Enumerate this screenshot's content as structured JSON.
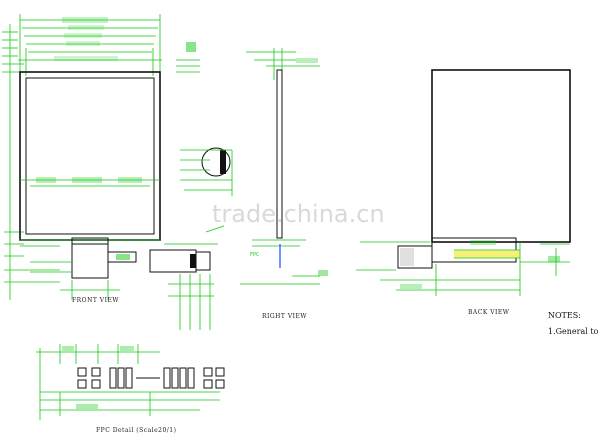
{
  "views": {
    "front": "FRONT VIEW",
    "right": "RIGHT VIEW",
    "back": "BACK VIEW",
    "fpc_detail": "FPC Detail (Scale20/1)"
  },
  "notes": {
    "heading": "NOTES:",
    "item1": "1.General to"
  },
  "watermark": "trade.china.cn",
  "colors": {
    "dimension": "#14c814",
    "outline": "#111111",
    "watermark": "#d9d9d9"
  }
}
